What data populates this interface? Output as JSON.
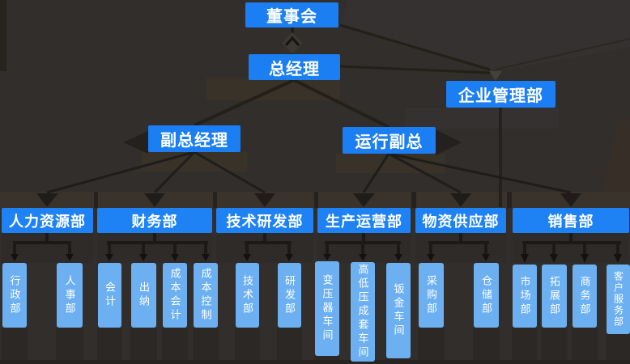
{
  "colors": {
    "background": "#312e2b",
    "box_primary_blue": "#1b7ef2",
    "box_unit_blue": "#6cb0f1",
    "text": "#ffffff",
    "connector_dark": "#1b1918",
    "shadow_brown": "#39332b"
  },
  "nodes": {
    "board": {
      "label": "董事会"
    },
    "general_manager": {
      "label": "总经理"
    },
    "enterprise_management": {
      "label": "企业管理部"
    },
    "deputy_general_manager": {
      "label": "副总经理"
    },
    "operations_deputy": {
      "label": "运行副总"
    },
    "departments": [
      {
        "label": "人力资源部",
        "children": [
          "行政部",
          "人事部"
        ]
      },
      {
        "label": "财务部",
        "children": [
          "会计",
          "出纳",
          "成本会计",
          "成本控制"
        ]
      },
      {
        "label": "技术研发部",
        "children": [
          "技术部",
          "研发部"
        ]
      },
      {
        "label": "生产运营部",
        "children": [
          "变压器车间",
          "高低压成套车间",
          "钣金车间"
        ]
      },
      {
        "label": "物资供应部",
        "children": [
          "采购部",
          "仓储部"
        ]
      },
      {
        "label": "销售部",
        "children": [
          "市场部",
          "拓展部",
          "商务部",
          "客户服务部"
        ]
      }
    ]
  }
}
